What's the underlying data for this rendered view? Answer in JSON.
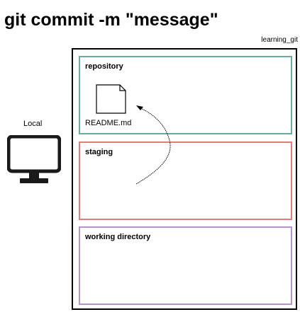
{
  "title": "git commit -m \"message\"",
  "project": {
    "name": "learning_git"
  },
  "machine": {
    "label": "Local",
    "icon": "monitor-icon"
  },
  "areas": [
    {
      "key": "repository",
      "label": "repository",
      "color": "#6aaba0"
    },
    {
      "key": "staging",
      "label": "staging",
      "color": "#e07b7b"
    },
    {
      "key": "working",
      "label": "working directory",
      "color": "#b595c9"
    }
  ],
  "repository_files": [
    {
      "name": "README.md",
      "icon": "document-icon"
    }
  ],
  "arrow": {
    "icon": "commit-arrow-icon",
    "from": "staging",
    "to": "repository"
  }
}
